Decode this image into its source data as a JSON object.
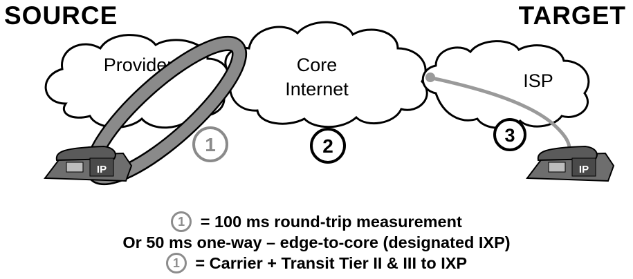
{
  "labels": {
    "source": "SOURCE",
    "target": "TARGET"
  },
  "clouds": {
    "provider": "Provider",
    "core_line1": "Core",
    "core_line2": "Internet",
    "isp": "ISP"
  },
  "phones": {
    "source_phone_tag": "IP",
    "target_phone_tag": "IP"
  },
  "segments": {
    "seg1": "1",
    "seg2": "2",
    "seg3": "3"
  },
  "legend": {
    "line1_badge": "1",
    "line1_text": "= 100 ms round-trip measurement",
    "line2_text": "Or 50 ms one-way – edge-to-core (designated IXP)",
    "line3_badge": "1",
    "line3_text": "= Carrier  + Transit Tier II & III to IXP"
  },
  "colors": {
    "ring": "#8a8a8a",
    "cloud_fill": "#ffffff",
    "outline": "#000000",
    "phone_body": "#6e6e6e",
    "link": "#9a9a9a"
  }
}
